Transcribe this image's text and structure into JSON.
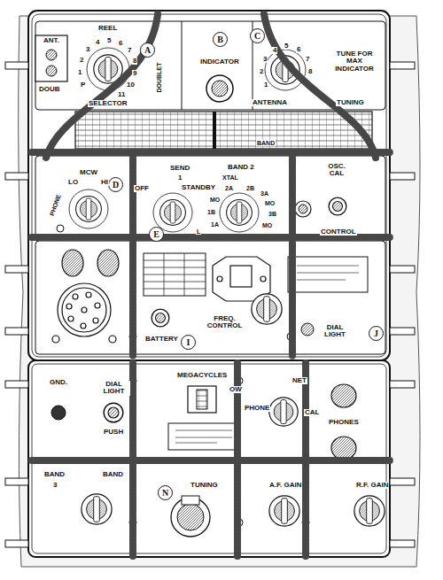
{
  "diagram": {
    "nodes": [
      {
        "text": [
          "A"
        ]
      },
      {
        "text": [
          "B"
        ]
      },
      {
        "text": [
          "C"
        ]
      },
      {
        "text": [
          "D"
        ]
      },
      {
        "text": [
          "E"
        ]
      },
      {
        "text": [
          "I"
        ]
      },
      {
        "text": [
          "J"
        ]
      },
      {
        "text": [
          "N"
        ]
      }
    ],
    "labels": [
      "ANT.",
      "DOUB",
      "REEL",
      "P",
      "1",
      "2",
      "3",
      "4",
      "5",
      "6",
      "7",
      "8",
      "9",
      "10",
      "11",
      "SELECTOR",
      "DOUBLET",
      "INDICATOR",
      "1",
      "2",
      "3",
      "4",
      "5",
      "6",
      "7",
      "8",
      "TUNE FOR MAX INDICATOR",
      "ANTENNA",
      "TUNING",
      "BAND",
      "MCW",
      "LO",
      "HI",
      "PHONE",
      "OFF",
      "SEND",
      "1",
      "STANDBY",
      "BAND 2",
      "XTAL",
      "2A",
      "2B",
      "3A",
      "MO",
      "3B",
      "MO",
      "1B",
      "1A",
      "MO",
      "L",
      "OSC. CAL",
      "CONTROL",
      "BATTERY",
      "FREQ. CONTROL",
      "DIAL LIGHT",
      "GND.",
      "DIAL LIGHT",
      "PUSH",
      "MEGACYCLES",
      "OW",
      "NET",
      "PHONE",
      "CAL",
      "PHONES",
      "BAND",
      "3",
      "BAND",
      "TUNING",
      "A.F. GAIN",
      "R.F. GAIN"
    ]
  }
}
